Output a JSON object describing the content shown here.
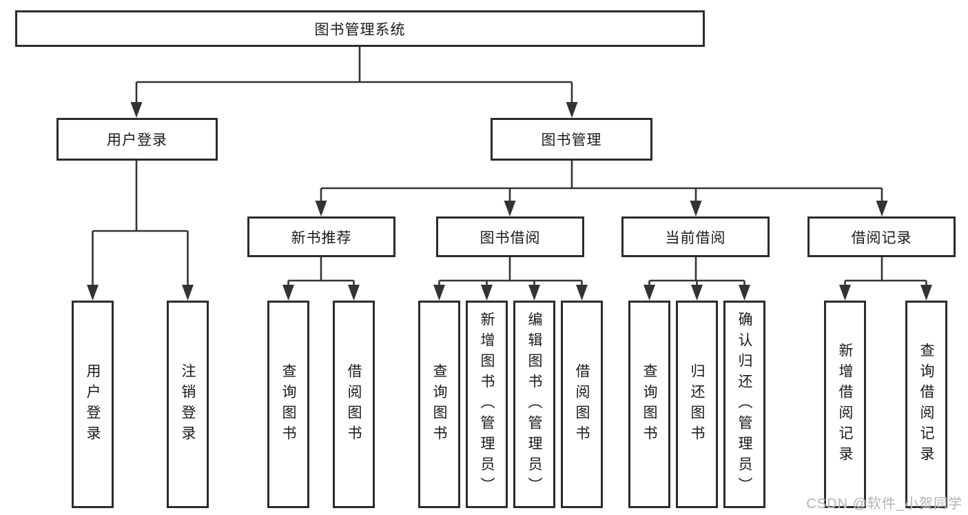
{
  "tree": {
    "label": "图书管理系统",
    "children": [
      {
        "label": "用户登录",
        "children": [
          {
            "label": "用户登录"
          },
          {
            "label": "注销登录"
          }
        ]
      },
      {
        "label": "图书管理",
        "children": [
          {
            "label": "新书推荐",
            "children": [
              {
                "label": "查询图书"
              },
              {
                "label": "借阅图书"
              }
            ]
          },
          {
            "label": "图书借阅",
            "children": [
              {
                "label": "查询图书"
              },
              {
                "label": "新增图书（管理员）"
              },
              {
                "label": "编辑图书（管理员）"
              },
              {
                "label": "借阅图书"
              }
            ]
          },
          {
            "label": "当前借阅",
            "children": [
              {
                "label": "查询图书"
              },
              {
                "label": "归还图书"
              },
              {
                "label": "确认归还（管理员）"
              }
            ]
          },
          {
            "label": "借阅记录",
            "children": [
              {
                "label": "新增借阅记录"
              },
              {
                "label": "查询借阅记录"
              }
            ]
          }
        ]
      }
    ]
  },
  "watermark": {
    "text": "CSDN @软件_小贺同学"
  },
  "colors": {
    "line": "#333333",
    "border": "#2b2b2b",
    "text": "#1a1a1a",
    "watermark": "#b3b3b3",
    "background": "#ffffff"
  }
}
